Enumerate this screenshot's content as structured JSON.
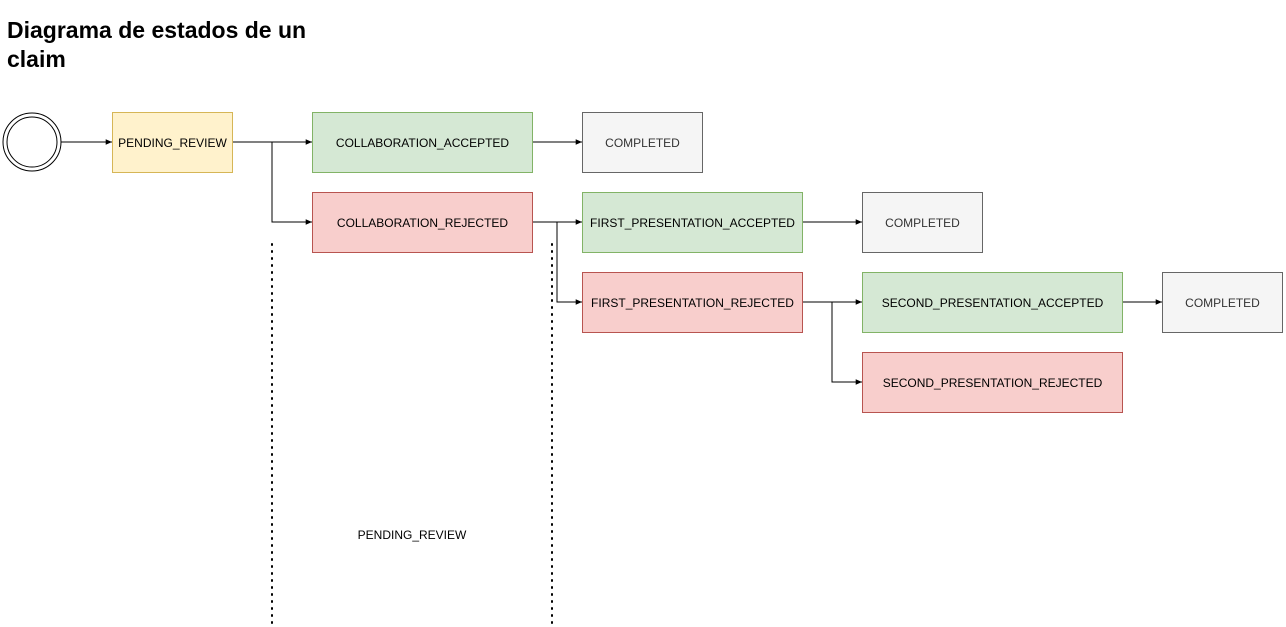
{
  "title": "Diagrama de estados de un claim",
  "states": {
    "pending_review": "PENDING_REVIEW",
    "collaboration_accepted": "COLLABORATION_ACCEPTED",
    "collaboration_rejected": "COLLABORATION_REJECTED",
    "first_presentation_accepted": "FIRST_PRESENTATION_ACCEPTED",
    "first_presentation_rejected": "FIRST_PRESENTATION_REJECTED",
    "second_presentation_accepted": "SECOND_PRESENTATION_ACCEPTED",
    "second_presentation_rejected": "SECOND_PRESENTATION_REJECTED",
    "completed_1": "COMPLETED",
    "completed_2": "COMPLETED",
    "completed_3": "COMPLETED"
  },
  "lane_label": "PENDING_REVIEW",
  "colors": {
    "pending_fill": "#fff2cc",
    "pending_stroke": "#d6b656",
    "accepted_fill": "#d5e8d4",
    "accepted_stroke": "#82b366",
    "rejected_fill": "#f8cecc",
    "rejected_stroke": "#b85450",
    "completed_fill": "#f5f5f5",
    "completed_stroke": "#666666"
  }
}
